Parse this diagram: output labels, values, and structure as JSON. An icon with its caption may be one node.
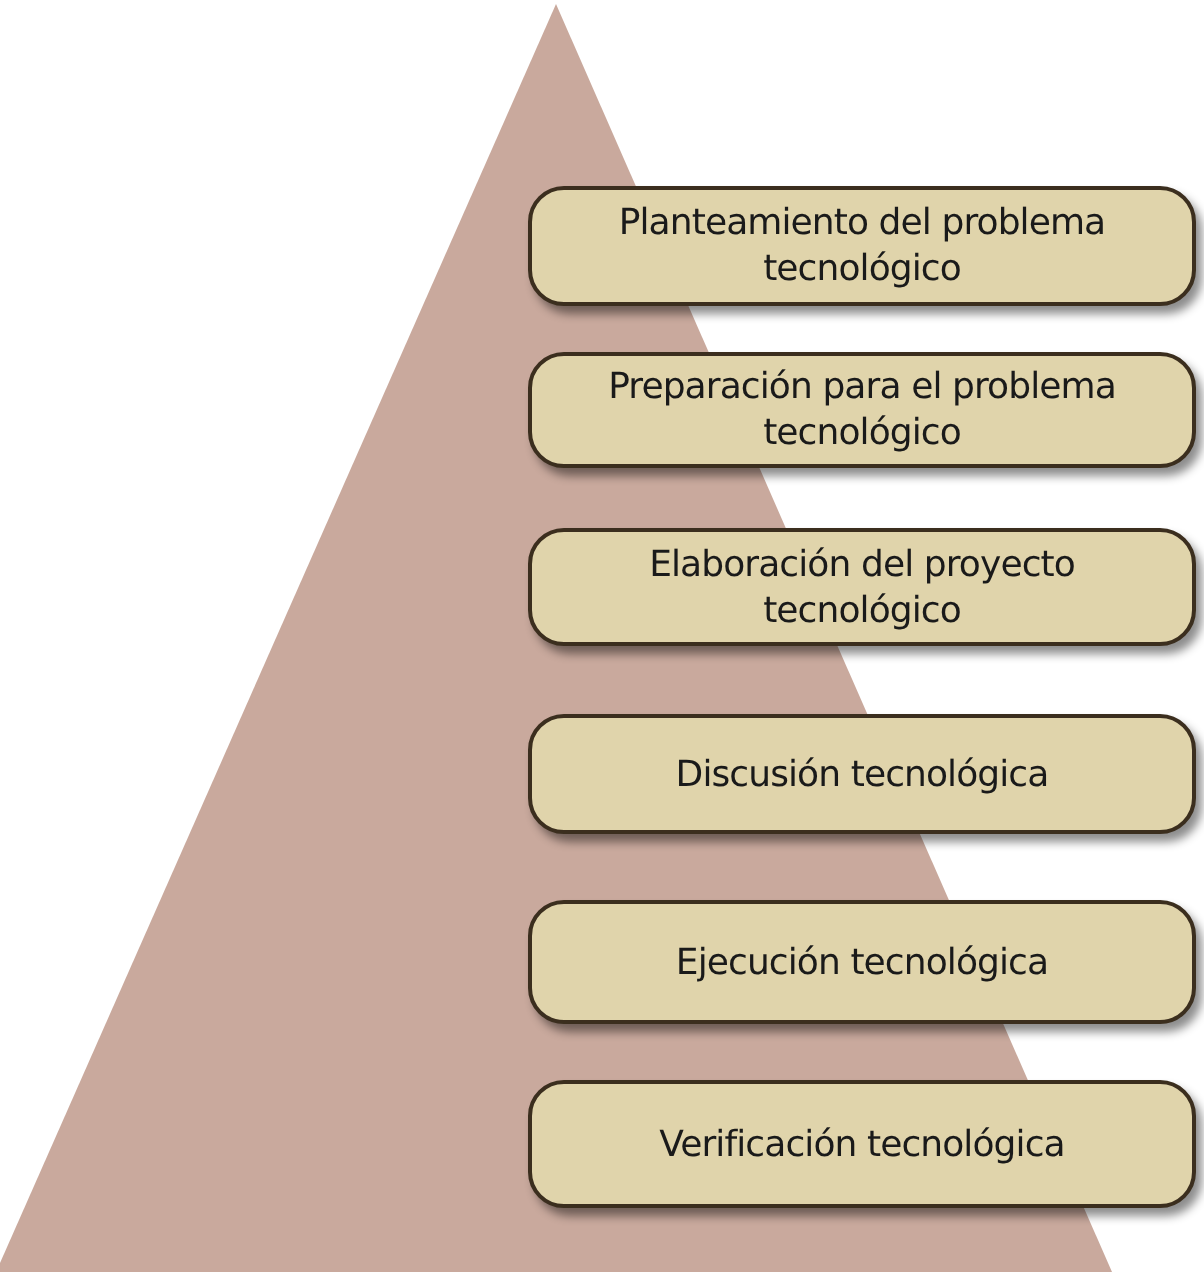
{
  "diagram": {
    "nodes": [
      {
        "text": [
          "Planteamiento del problema tecnológico"
        ]
      },
      {
        "text": [
          "Preparación para el problema tecnológico"
        ]
      },
      {
        "text": [
          "Elaboración del proyecto tecnológico"
        ]
      },
      {
        "text": [
          "Discusión tecnológica"
        ]
      },
      {
        "text": [
          "Ejecución tecnológica"
        ]
      },
      {
        "text": [
          "Verificación tecnológica"
        ]
      }
    ]
  }
}
